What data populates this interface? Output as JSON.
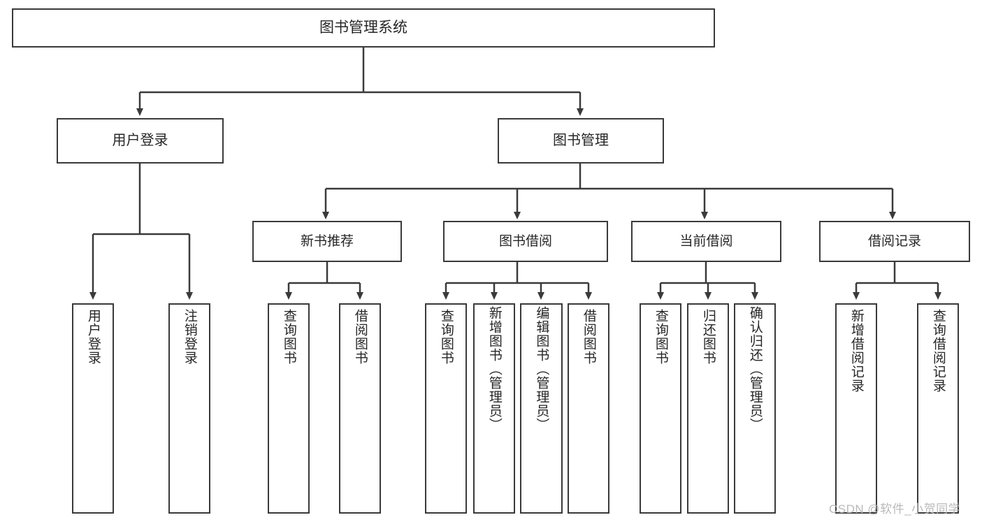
{
  "diagram": {
    "type": "tree-hierarchy",
    "title": "图书管理系统",
    "watermark": "CSDN @软件_小贺同学",
    "root": {
      "id": "root",
      "label": "图书管理系统"
    },
    "level2": [
      {
        "id": "user-login",
        "label": "用户登录"
      },
      {
        "id": "book-management",
        "label": "图书管理"
      }
    ],
    "level3": [
      {
        "id": "new-book-recommend",
        "label": "新书推荐",
        "parent": "book-management"
      },
      {
        "id": "book-borrow",
        "label": "图书借阅",
        "parent": "book-management"
      },
      {
        "id": "current-borrow",
        "label": "当前借阅",
        "parent": "book-management"
      },
      {
        "id": "borrow-record",
        "label": "借阅记录",
        "parent": "book-management"
      }
    ],
    "leaves": [
      {
        "id": "leaf-user-login",
        "label": "用户登录",
        "parent": "user-login"
      },
      {
        "id": "leaf-logout-login",
        "label": "注销登录",
        "parent": "user-login"
      },
      {
        "id": "leaf-query-book-1",
        "label": "查询图书",
        "parent": "new-book-recommend"
      },
      {
        "id": "leaf-borrow-book-1",
        "label": "借阅图书",
        "parent": "new-book-recommend"
      },
      {
        "id": "leaf-query-book-2",
        "label": "查询图书",
        "parent": "book-borrow"
      },
      {
        "id": "leaf-add-book",
        "label": "新增图书（管理员）",
        "parent": "book-borrow"
      },
      {
        "id": "leaf-edit-book",
        "label": "编辑图书（管理员）",
        "parent": "book-borrow"
      },
      {
        "id": "leaf-borrow-book-2",
        "label": "借阅图书",
        "parent": "book-borrow"
      },
      {
        "id": "leaf-query-book-3",
        "label": "查询图书",
        "parent": "current-borrow"
      },
      {
        "id": "leaf-return-book",
        "label": "归还图书",
        "parent": "current-borrow"
      },
      {
        "id": "leaf-confirm-return",
        "label": "确认归还（管理员）",
        "parent": "current-borrow"
      },
      {
        "id": "leaf-add-record",
        "label": "新增借阅记录",
        "parent": "borrow-record"
      },
      {
        "id": "leaf-query-record",
        "label": "查询借阅记录",
        "parent": "borrow-record"
      }
    ],
    "colors": {
      "box_border": "#3a3a3a",
      "box_fill": "#ffffff",
      "connector": "#3a3a3a",
      "text": "#262626",
      "watermark": "#b9b9b9",
      "background": "#ffffff"
    }
  }
}
